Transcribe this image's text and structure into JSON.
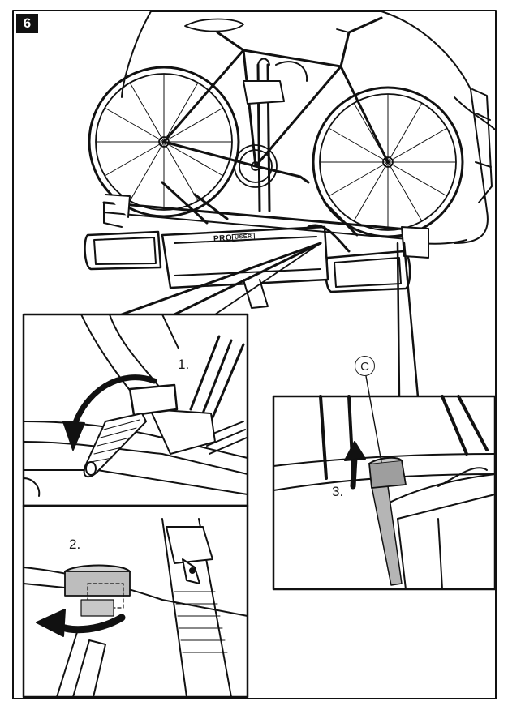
{
  "step_number": "6",
  "callout_letter": "C",
  "logo": {
    "main": "PRO",
    "tag": "USER"
  },
  "steps": [
    {
      "label": "1."
    },
    {
      "label": "2."
    },
    {
      "label": "3."
    }
  ],
  "colors": {
    "ink": "#111111",
    "clip_gray": "#b5b5b5",
    "background": "#ffffff"
  }
}
